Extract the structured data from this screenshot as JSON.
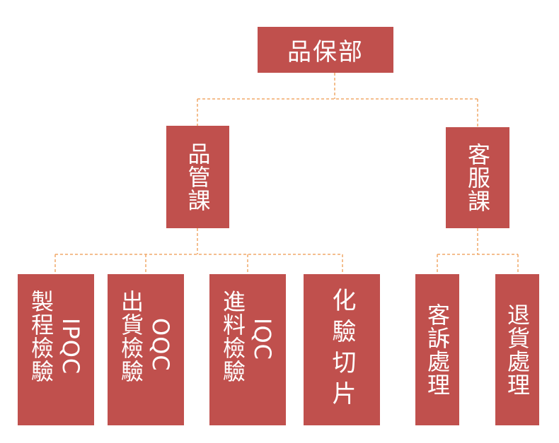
{
  "root": {
    "label": "品保部"
  },
  "divisions": [
    {
      "label": "品管課"
    },
    {
      "label": "客服課"
    }
  ],
  "qc_units": [
    {
      "code": "IPQC",
      "name": "製程檢驗"
    },
    {
      "code": "OQC",
      "name": "出貨檢驗"
    },
    {
      "code": "IQC",
      "name": "進料檢驗"
    },
    {
      "name": "化驗切片"
    }
  ],
  "cs_units": [
    {
      "name": "客訴處理"
    },
    {
      "name": "退貨處理"
    }
  ],
  "colors": {
    "box": "#c0504d",
    "connector": "#f0a868",
    "text": "#ffffff"
  }
}
